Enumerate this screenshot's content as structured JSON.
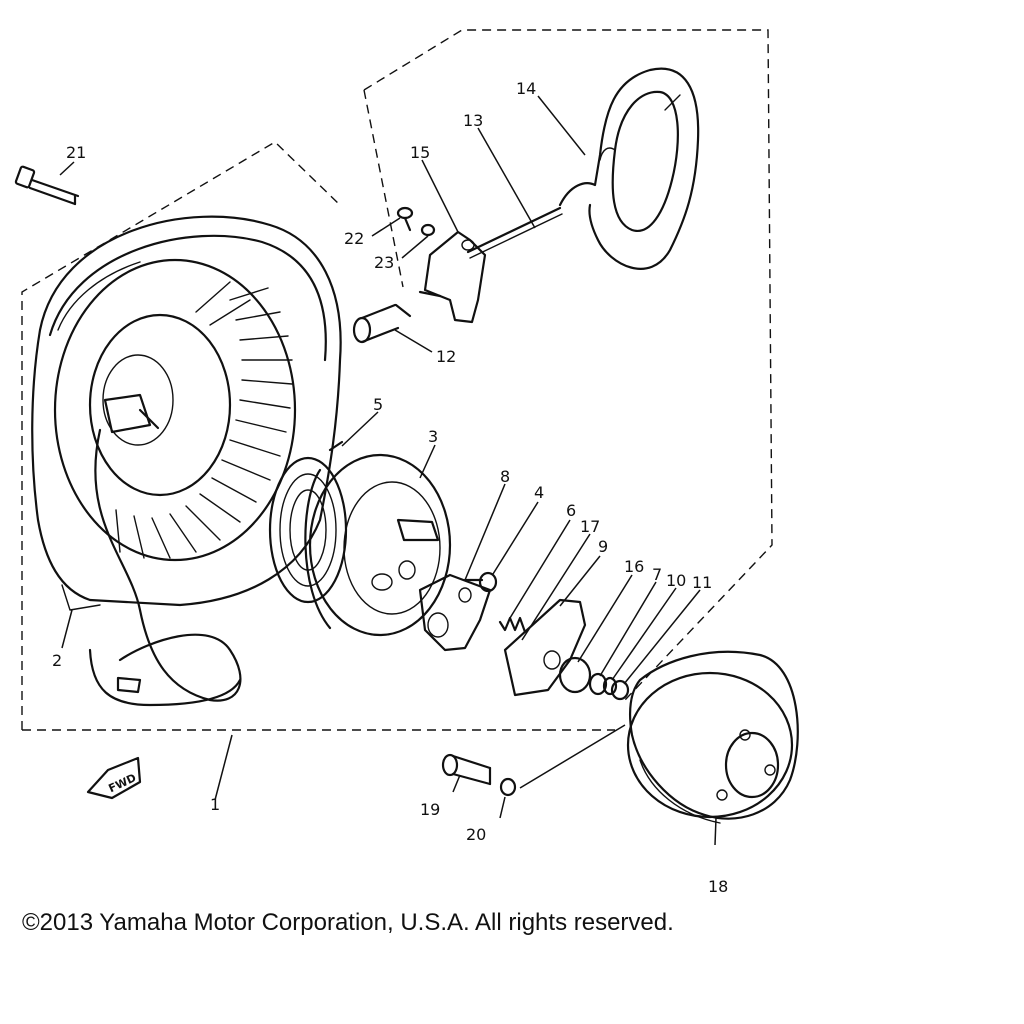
{
  "diagram": {
    "part_labels": {
      "p1": "1",
      "p2": "2",
      "p3": "3",
      "p4": "4",
      "p5": "5",
      "p6": "6",
      "p7": "7",
      "p8": "8",
      "p9": "9",
      "p10": "10",
      "p11": "11",
      "p12": "12",
      "p13": "13",
      "p14": "14",
      "p15": "15",
      "p16": "16",
      "p17": "17",
      "p18": "18",
      "p19": "19",
      "p20": "20",
      "p21": "21",
      "p22": "22",
      "p23": "23"
    },
    "direction_marker": "FWD"
  },
  "footer": {
    "copyright": "©2013 Yamaha Motor Corporation, U.S.A. All rights reserved."
  }
}
